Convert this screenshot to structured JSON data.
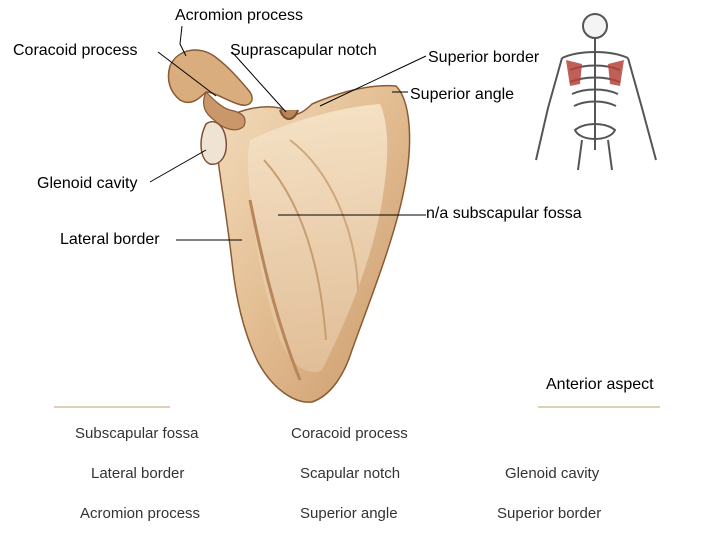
{
  "labels": {
    "acromion_process": "Acromion process",
    "coracoid_process": "Coracoid process",
    "suprascapular_notch": "Suprascapular notch",
    "superior_border": "Superior border",
    "superior_angle": "Superior angle",
    "glenoid_cavity": "Glenoid cavity",
    "subscapular_fossa": "n/a subscapular fossa",
    "lateral_border": "Lateral border"
  },
  "aspect": "Anterior aspect",
  "word_bank": [
    [
      "Subscapular fossa",
      "Coracoid process",
      ""
    ],
    [
      "Lateral border",
      "Scapular notch",
      "Glenoid cavity"
    ],
    [
      "Acromion process",
      "Superior angle",
      "Superior border"
    ]
  ],
  "colors": {
    "bone_light": "#e9c9a2",
    "bone_mid": "#d3a879",
    "bone_dark": "#9b6b43",
    "rule_line": "#c8b48a",
    "highlight": "#b5433a"
  }
}
